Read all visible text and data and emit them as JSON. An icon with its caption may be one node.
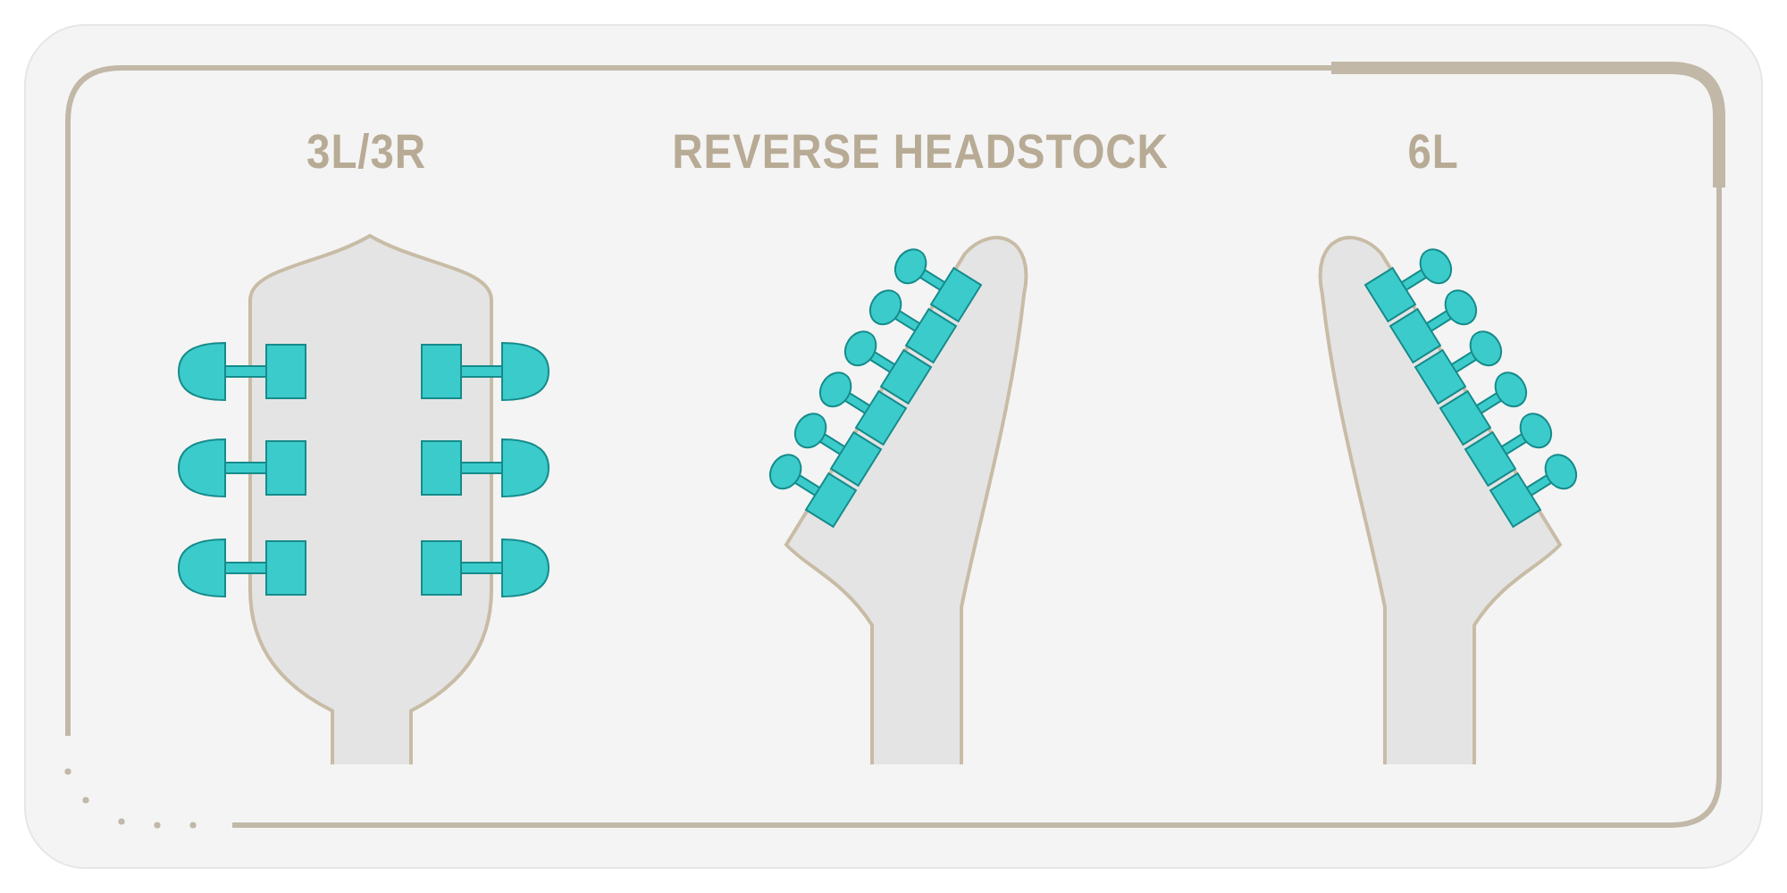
{
  "diagram": {
    "labels": [
      "3L/3R",
      "REVERSE HEADSTOCK",
      "6L"
    ]
  }
}
